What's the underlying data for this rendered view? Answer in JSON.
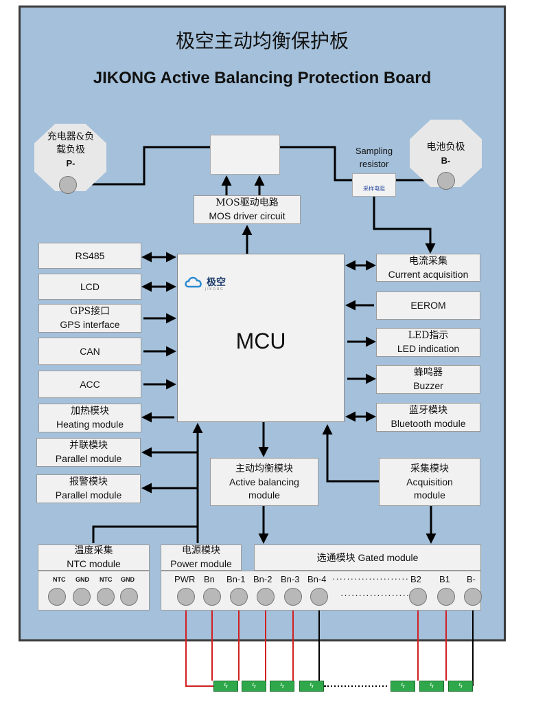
{
  "title_cn": "极空主动均衡保护板",
  "title_en": "JIKONG Active Balancing Protection Board",
  "charger_terminal": {
    "cn_line1": "充电器&负",
    "cn_line2": "载负极",
    "label": "P-"
  },
  "battery_terminal": {
    "cn": "电池负极",
    "label": "B-"
  },
  "sampling_resistor": {
    "line1": "Sampling",
    "line2": "resistor",
    "box_label": "采样电阻"
  },
  "mos_driver": {
    "cn": "MOS驱动电路",
    "en": "MOS driver circuit"
  },
  "mcu": {
    "label": "MCU",
    "logo_text": "极空",
    "logo_sub": "J I K O N G"
  },
  "left_modules": [
    {
      "cn": "",
      "en": "RS485"
    },
    {
      "cn": "",
      "en": "LCD"
    },
    {
      "cn": "GPS接口",
      "en": "GPS interface"
    },
    {
      "cn": "",
      "en": "CAN"
    },
    {
      "cn": "",
      "en": "ACC"
    },
    {
      "cn": "加热模块",
      "en": "Heating module"
    },
    {
      "cn": "并联模块",
      "en": "Parallel module"
    },
    {
      "cn": "报警模块",
      "en": "Parallel module"
    }
  ],
  "right_modules": [
    {
      "cn": "电流采集",
      "en": "Current acquisition"
    },
    {
      "cn": "",
      "en": "EEROM"
    },
    {
      "cn": "LED指示",
      "en": "LED indication"
    },
    {
      "cn": "蜂鸣器",
      "en": "Buzzer"
    },
    {
      "cn": "蓝牙模块",
      "en": "Bluetooth module"
    }
  ],
  "active_balancing": {
    "cn": "主动均衡模块",
    "en1": "Active balancing",
    "en2": "module"
  },
  "acquisition": {
    "cn": "采集模块",
    "en1": "Acquisition",
    "en2": "module"
  },
  "ntc_module": {
    "cn": "温度采集",
    "en": "NTC module",
    "pins": [
      "NTC",
      "GND",
      "NTC",
      "GND"
    ]
  },
  "power_module": {
    "cn": "电源模块",
    "en": "Power module"
  },
  "gated_module": {
    "label": "选通模块 Gated module"
  },
  "bottom_pins": [
    "PWR",
    "Bn",
    "Bn-1",
    "Bn-2",
    "Bn-3",
    "Bn-4",
    "B2",
    "B1",
    "B-"
  ],
  "dots_label": "·····················",
  "cell_symbol": "ϟ"
}
